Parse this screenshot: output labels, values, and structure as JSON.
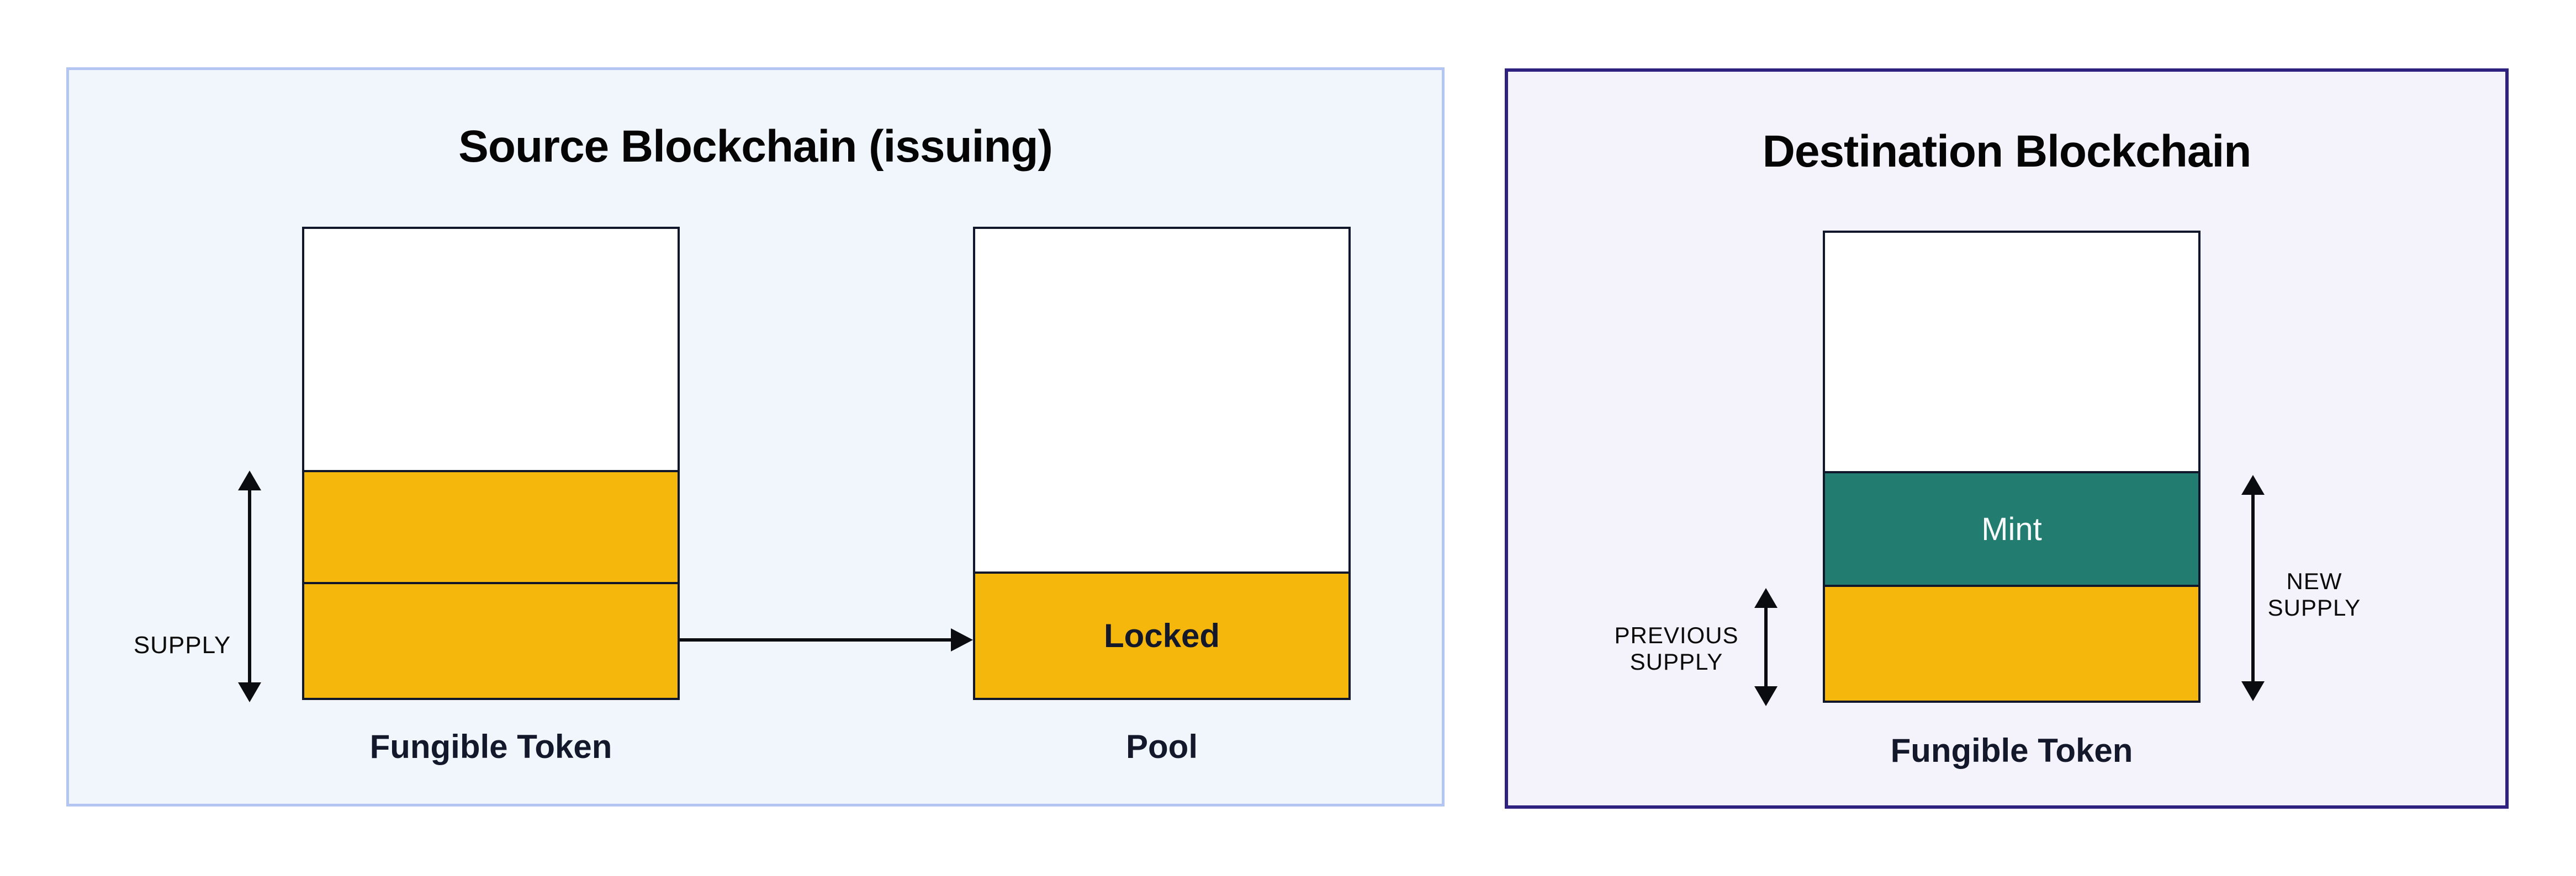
{
  "colors": {
    "yellow": "#F6B70C",
    "teal": "#227D70",
    "box_border": "#10172B",
    "arrow": "#0B0C10",
    "text_dark": "#14182B",
    "title_text": "#050505",
    "source_border": "#B3C6F2",
    "source_bg": "#F1F5FC",
    "dest_border": "#2F2180",
    "dest_bg": "#F4F2FB",
    "mint_text": "#F7F9FA"
  },
  "source": {
    "title": "Source Blockchain (issuing)",
    "supply_label": "SUPPLY",
    "token_box_label": "Fungible Token",
    "locked_label": "Locked",
    "pool_label": "Pool"
  },
  "destination": {
    "title": "Destination Blockchain",
    "mint_label": "Mint",
    "previous_supply": {
      "line1": "PREVIOUS",
      "line2": "SUPPLY"
    },
    "new_supply": {
      "line1": "NEW",
      "line2": "SUPPLY"
    },
    "token_box_label": "Fungible Token"
  }
}
